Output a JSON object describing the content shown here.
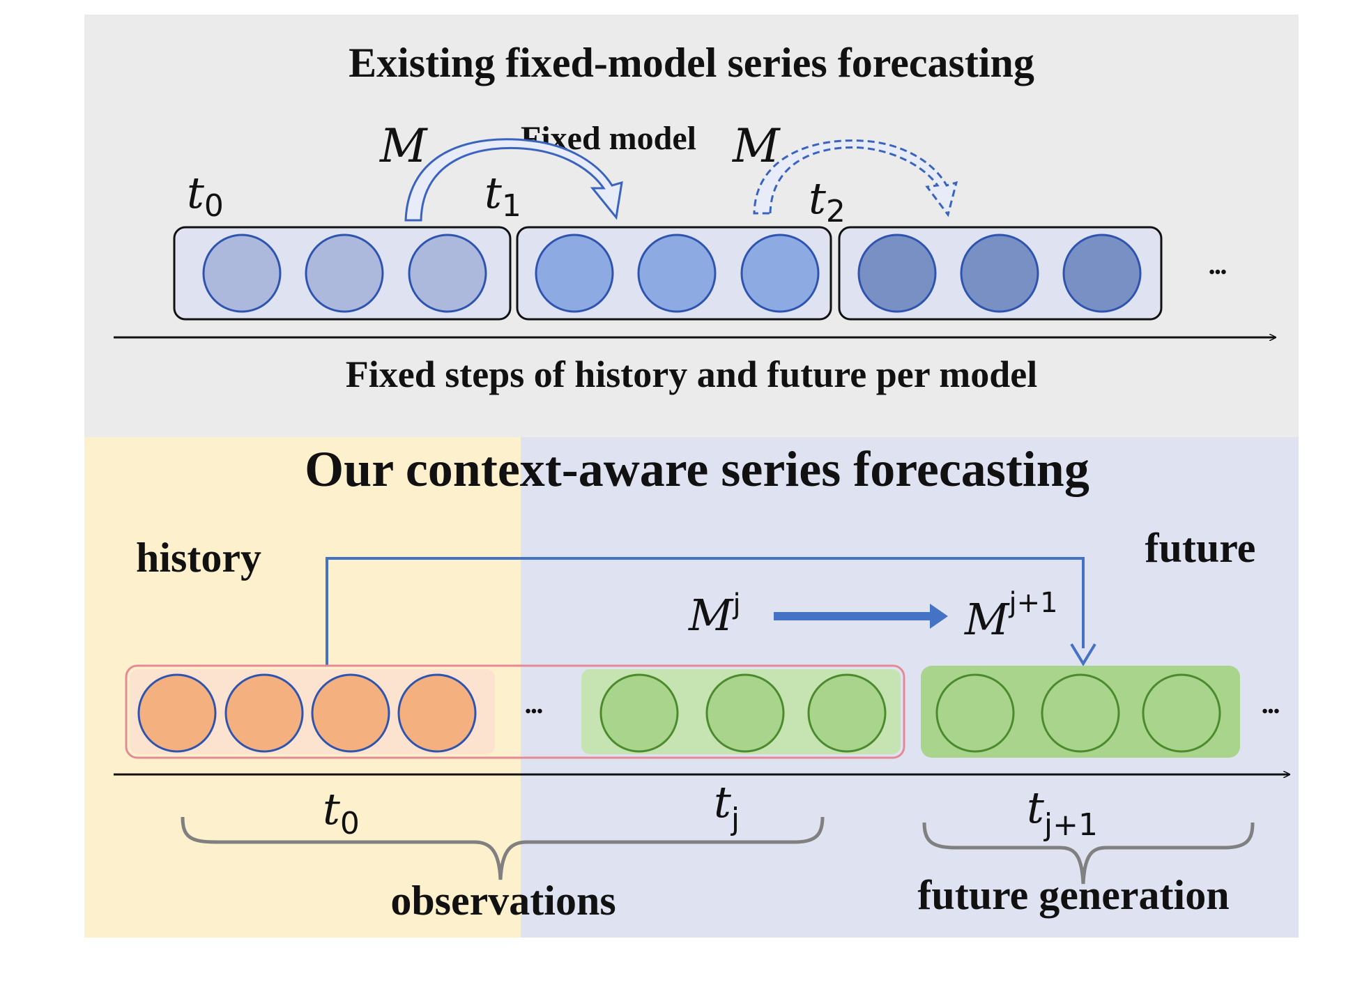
{
  "top": {
    "title": "Existing fixed-model series forecasting",
    "fixed_model_label": "Fixed model",
    "model_symbol": "M",
    "time_symbol": "t",
    "time_subs": [
      "0",
      "1",
      "2"
    ],
    "ellipsis": "•••",
    "axis_caption": "Fixed steps of history and future per model"
  },
  "bottom": {
    "title": "Our context-aware series forecasting",
    "history_label": "history",
    "future_label": "future",
    "model_symbol": "M",
    "model_sup_j": "j",
    "model_sup_j1": "j+1",
    "time_symbol": "t",
    "time_sub_0": "0",
    "time_sub_j": "j",
    "time_sub_j1": "j+1",
    "ellipsis": "•••",
    "observations_label": "observations",
    "future_generation_label": "future generation"
  },
  "colors": {
    "top_panel_bg": "#ebebeb",
    "history_bg": "#fdf0cc",
    "future_bg": "#dfe2f1",
    "circle_stroke": "#2e54b0",
    "top_circle_fill_1": "#adb8dd",
    "top_circle_fill_2": "#8eaae2",
    "top_circle_fill_3": "#7990c5",
    "history_circle_fill": "#f4b07f",
    "green_circle_fill": "#a9d48c",
    "green_circle_stroke": "#4c8a2e",
    "arrow_blue": "#4472c4",
    "brace_gray": "#808080"
  }
}
